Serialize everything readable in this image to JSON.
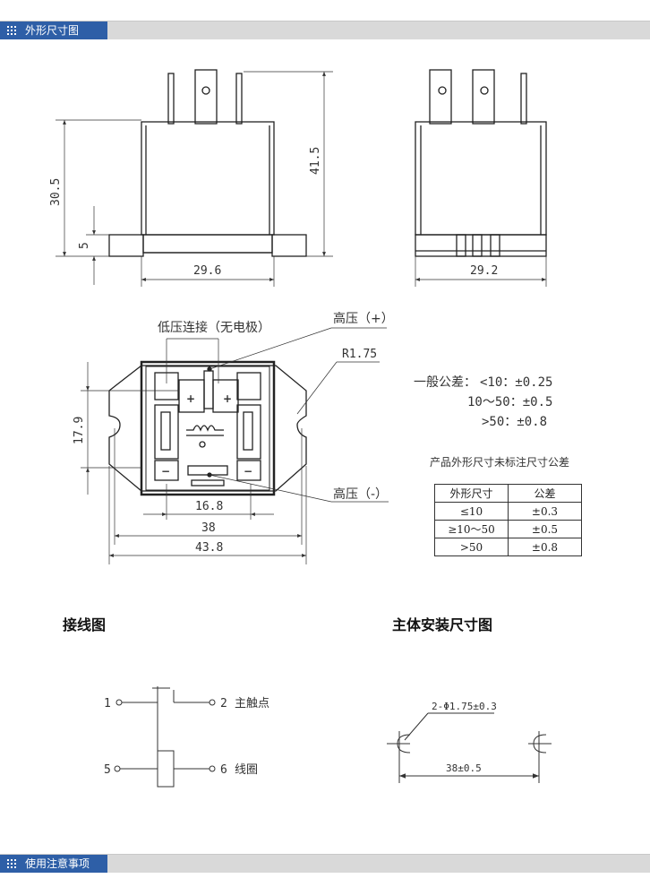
{
  "sections": {
    "dimensions_title": "外形尺寸图",
    "usage_title": "使用注意事项"
  },
  "drawing_front": {
    "height_total": "41.5",
    "height_body": "30.5",
    "height_base": "5",
    "width_base": "29.6"
  },
  "drawing_side": {
    "width_base": "29.2"
  },
  "drawing_bottom": {
    "low_voltage_label": "低压连接（无电极）",
    "high_plus_label": "高压（+）",
    "high_minus_label": "高压（-）",
    "radius_label": "R1.75",
    "height_17": "17.9",
    "width_16": "16.8",
    "width_38": "38",
    "width_43": "43.8",
    "plus_sign": "+",
    "minus_sign": "−"
  },
  "general_tolerance": {
    "prefix": "一般公差：",
    "line1": "<10：±0.25",
    "line2": "10～50：±0.5",
    "line3": ">50：±0.8"
  },
  "tolerance_table": {
    "caption": "产品外形尺寸未标注尺寸公差",
    "headers": [
      "外形尺寸",
      "公差"
    ],
    "rows": [
      [
        "≤10",
        "±0.3"
      ],
      [
        "≥10～50",
        "±0.5"
      ],
      [
        ">50",
        "±0.8"
      ]
    ]
  },
  "wiring": {
    "title": "接线图",
    "pin1": "1",
    "pin2": "2",
    "pin5": "5",
    "pin6": "6",
    "main_contact": "主触点",
    "coil": "线圈"
  },
  "mounting": {
    "title": "主体安装尺寸图",
    "hole_label": "2-Φ1.75±0.3",
    "spacing_label": "38±0.5"
  }
}
